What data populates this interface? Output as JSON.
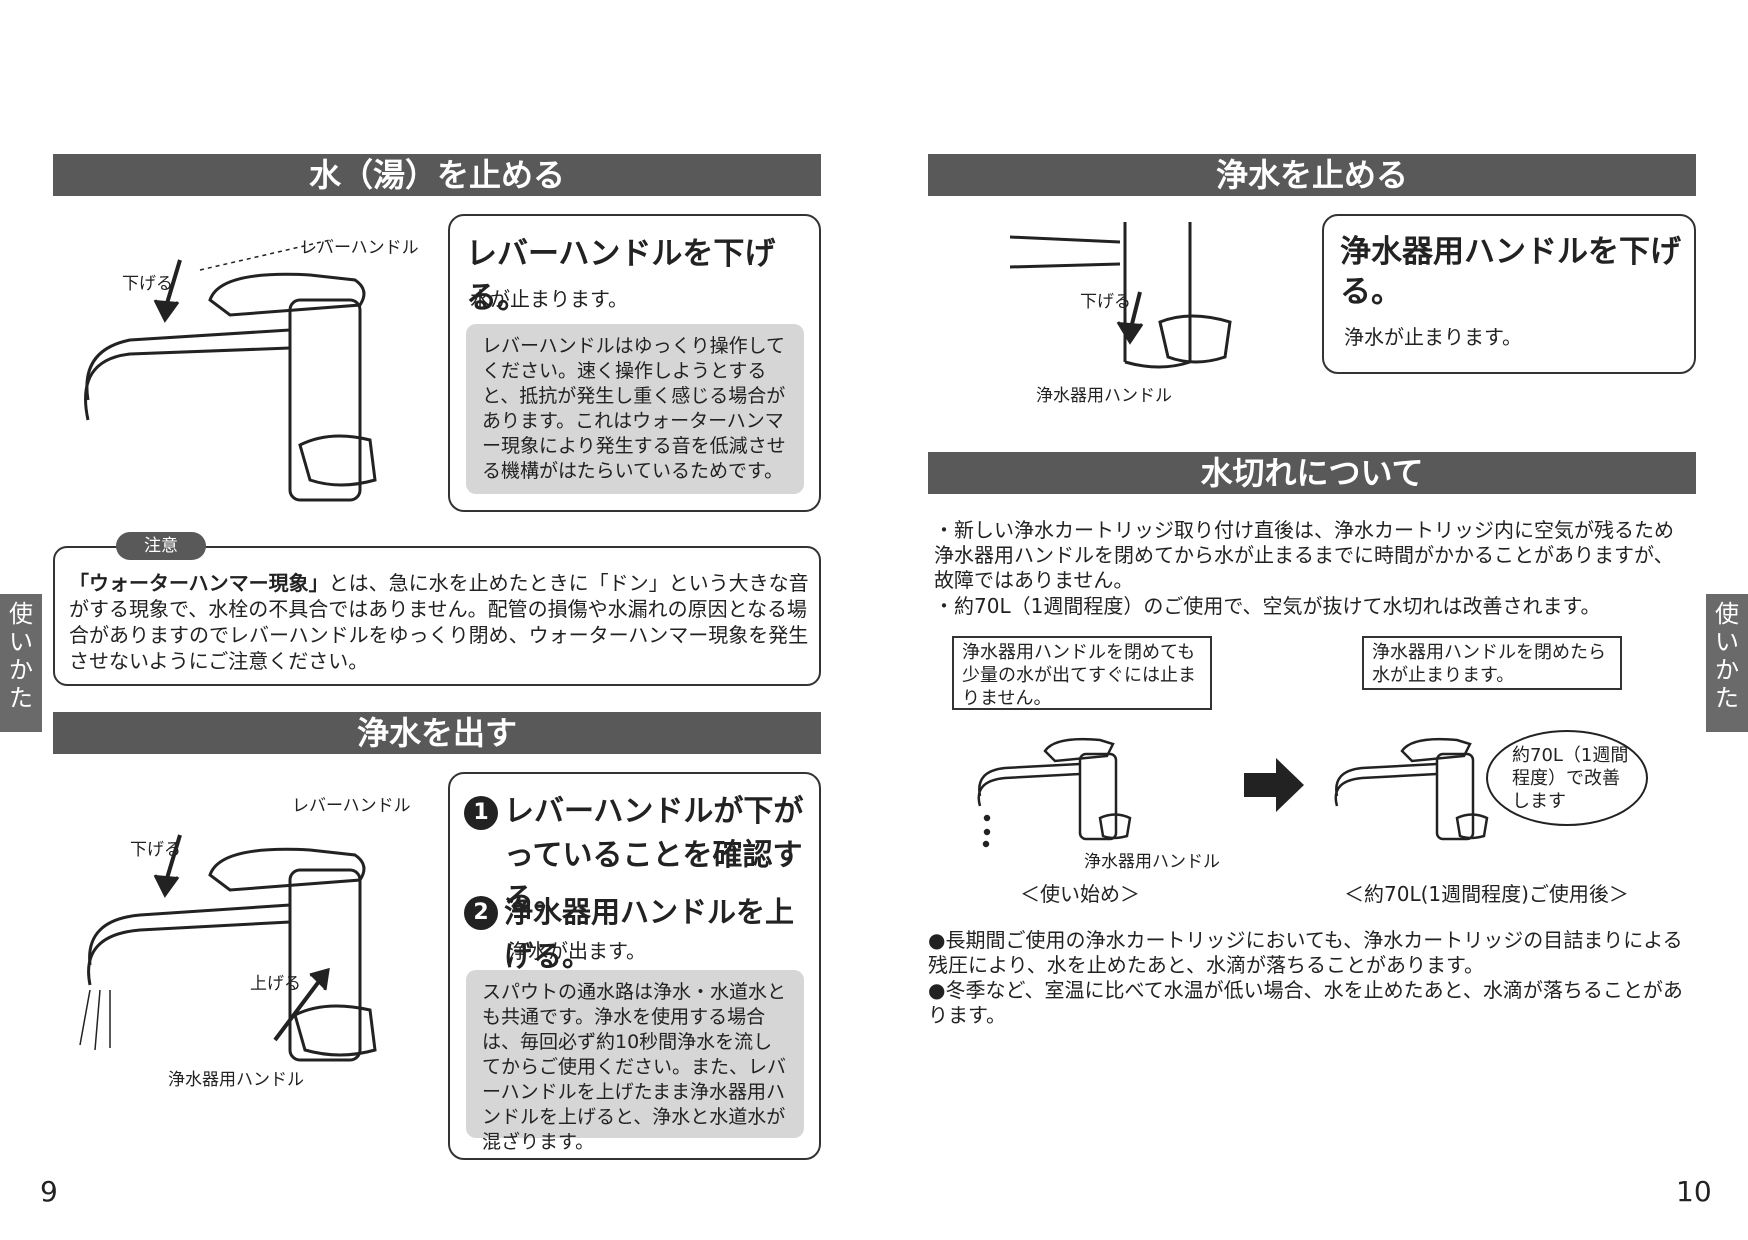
{
  "left": {
    "stop_water": {
      "heading": "水（湯）を止める",
      "label_lever": "レバーハンドル",
      "label_down": "下げる",
      "step_title": "レバーハンドルを下げる。",
      "step_text": "水が止まります。",
      "note": "レバーハンドルはゆっくり操作してください。速く操作しようとすると、抵抗が発生し重く感じる場合があります。これはウォーターハンマー現象により発生する音を低減させる機構がはたらいているためです。"
    },
    "caution": {
      "badge": "注意",
      "term": "「ウォーターハンマー現象」",
      "text": "とは、急に水を止めたときに「ドン」という大きな音がする現象で、水栓の不具合ではありません。配管の損傷や水漏れの原因となる場合がありますのでレバーハンドルをゆっくり閉め、ウォーターハンマー現象を発生させないようにご注意ください。"
    },
    "dispense": {
      "heading": "浄水を出す",
      "label_lever": "レバーハンドル",
      "label_down": "下げる",
      "label_up": "上げる",
      "label_purifier": "浄水器用ハンドル",
      "step1_num": "1",
      "step1_title": "レバーハンドルが下がっていることを確認する。",
      "step2_num": "2",
      "step2_title": "浄水器用ハンドルを上げる。",
      "step2_text": "浄水が出ます。",
      "note": "スパウトの通水路は浄水・水道水とも共通です。浄水を使用する場合は、毎回必ず約10秒間浄水を流してからご使用ください。また、レバーハンドルを上げたまま浄水器用ハンドルを上げると、浄水と水道水が混ざります。"
    },
    "page_number": "9",
    "side_tab": "使いかた"
  },
  "right": {
    "stop_purified": {
      "heading": "浄水を止める",
      "label_down": "下げる",
      "label_purifier": "浄水器用ハンドル",
      "step_title": "浄水器用ハンドルを下げる。",
      "step_text": "浄水が止まります。"
    },
    "water_cut": {
      "heading": "水切れについて",
      "bullet1": "・新しい浄水カートリッジ取り付け直後は、浄水カートリッジ内に空気が残るため浄水器用ハンドルを閉めてから水が止まるまでに時間がかかることがありますが、故障ではありません。",
      "bullet2": "・約70L（1週間程度）のご使用で、空気が抜けて水切れは改善されます。",
      "box_before": "浄水器用ハンドルを閉めても少量の水が出てすぐには止まりません。",
      "box_after": "浄水器用ハンドルを閉めたら水が止まります。",
      "label_purifier": "浄水器用ハンドル",
      "oval": "約70L（1週間程度）で改善します",
      "caption_before": "＜使い始め＞",
      "caption_after": "＜約70L(1週間程度)ご使用後＞",
      "note1": "●長期間ご使用の浄水カートリッジにおいても、浄水カートリッジの目詰まりによる残圧により、水を止めたあと、水滴が落ちることがあります。",
      "note2": "●冬季など、室温に比べて水温が低い場合、水を止めたあと、水滴が落ちることがあります。"
    },
    "page_number": "10",
    "side_tab": "使いかた"
  },
  "colors": {
    "bar": "#595959",
    "note_bg": "#d6d6d6",
    "tab": "#6a6a6a"
  }
}
